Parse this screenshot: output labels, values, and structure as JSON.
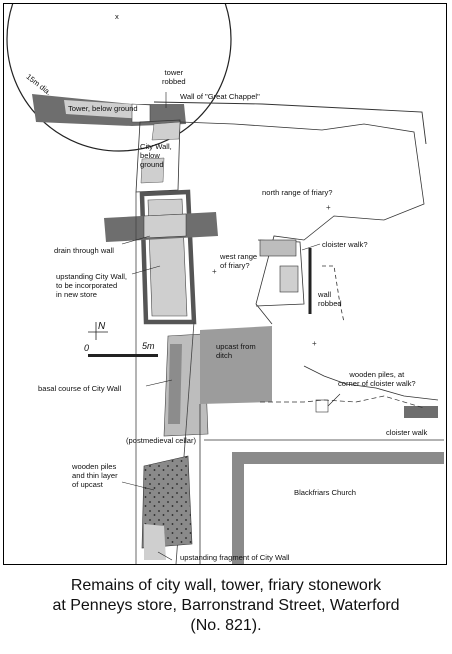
{
  "colors": {
    "dark_fill": "#6e6e6e",
    "mid_fill": "#9c9c9c",
    "light_fill": "#cfcfcf",
    "line": "#222222"
  },
  "labels": {
    "dia": "15m dia.",
    "x_mark": "x",
    "tower_robbed": "tower\nrobbed",
    "great_chappel": "Wall of \"Great Chappel\"",
    "tower_below": "Tower, below ground",
    "city_wall_below": "City Wall,\nbelow\nground",
    "north_range": "north range of friary?",
    "cloister_q": "cloister walk?",
    "drain": "drain through wall",
    "west_range": "west range\nof friary?",
    "upstanding": "upstanding City Wall,\nto be incorporated\nin new store",
    "wall_robbed": "wall\nrobbed",
    "north": "N",
    "scale_0": "0",
    "scale_5": "5m",
    "upcast": "upcast from\nditch",
    "basal": "basal course of City Wall",
    "piles_corner": "wooden piles, at\ncorner of cloister walk?",
    "postmedieval": "(postmedieval cellar)",
    "cloister_walk": "cloister walk",
    "piles_upcast": "wooden piles\nand thin layer\nof upcast",
    "blackfriars": "Blackfriars Church",
    "fragment": "upstanding fragment of City Wall"
  },
  "caption": {
    "line1": "Remains of city wall, tower, friary stonework",
    "line2": "at Penneys store, Barronstrand Street, Waterford",
    "line3": "(No. 821)."
  }
}
